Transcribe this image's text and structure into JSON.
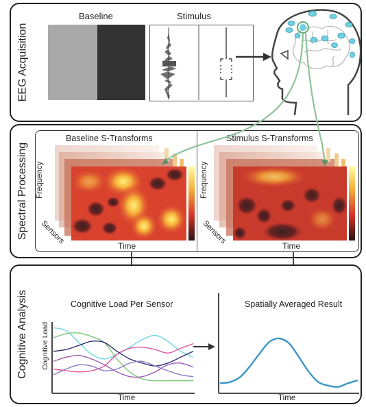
{
  "panels": {
    "acquisition": {
      "label": "EEG Acquisition"
    },
    "spectral": {
      "label": "Spectral Processing"
    },
    "cognitive": {
      "label": "Cognitive Analysis"
    }
  },
  "acquisition": {
    "baseline_label": "Baseline",
    "stimulus_label": "Stimulus"
  },
  "spectral": {
    "baseline_title": "Baseline S-Transforms",
    "stimulus_title": "Stimulus S-Transforms",
    "frequency_label": "Frequency",
    "sensors_label": "Sensors",
    "time_label": "Time"
  },
  "cognitive": {
    "left_title": "Cognitive Load Per Sensor",
    "right_title": "Spatially Averaged Result",
    "ylabel": "Cognitive Load",
    "xlabel": "Time"
  },
  "colors": {
    "heat_hot": "#fff27a",
    "heat_mid": "#d9342b",
    "heat_cold": "#3b1f1f",
    "electrode": "#6fd0e0",
    "signal": "#8fc29a",
    "average_line": "#3a95c8"
  },
  "chart_data": [
    {
      "type": "line",
      "title": "Cognitive Load Per Sensor",
      "xlabel": "Time",
      "ylabel": "Cognitive Load",
      "series": [
        {
          "color": "#6fd6e6",
          "values": [
            0.95,
            0.9,
            0.7,
            0.5,
            0.42,
            0.5,
            0.62,
            0.75,
            0.82,
            0.72,
            0.55,
            0.45
          ]
        },
        {
          "color": "#7ec87a",
          "values": [
            0.78,
            0.85,
            0.86,
            0.8,
            0.7,
            0.42,
            0.2,
            0.08,
            0.05,
            0.05,
            0.05,
            0.05
          ]
        },
        {
          "color": "#e0559a",
          "values": [
            0.25,
            0.22,
            0.2,
            0.22,
            0.3,
            0.5,
            0.6,
            0.62,
            0.58,
            0.52,
            0.6,
            0.68
          ]
        },
        {
          "color": "#2d2d6e",
          "values": [
            0.55,
            0.58,
            0.65,
            0.72,
            0.7,
            0.55,
            0.42,
            0.35,
            0.3,
            0.35,
            0.45,
            0.55
          ]
        },
        {
          "color": "#8a7bc4",
          "values": [
            0.15,
            0.25,
            0.32,
            0.3,
            0.22,
            0.25,
            0.35,
            0.38,
            0.3,
            0.22,
            0.15,
            0.12
          ]
        },
        {
          "color": "#9c5ab5",
          "values": [
            0.38,
            0.45,
            0.48,
            0.42,
            0.32,
            0.2,
            0.12,
            0.12,
            0.2,
            0.32,
            0.35,
            0.28
          ]
        }
      ]
    },
    {
      "type": "line",
      "title": "Spatially Averaged Result",
      "xlabel": "Time",
      "series": [
        {
          "color": "#3a95c8",
          "values": [
            0.1,
            0.12,
            0.2,
            0.38,
            0.6,
            0.8,
            0.86,
            0.78,
            0.55,
            0.3,
            0.12,
            0.06,
            0.04,
            0.1,
            0.15
          ]
        }
      ]
    }
  ]
}
